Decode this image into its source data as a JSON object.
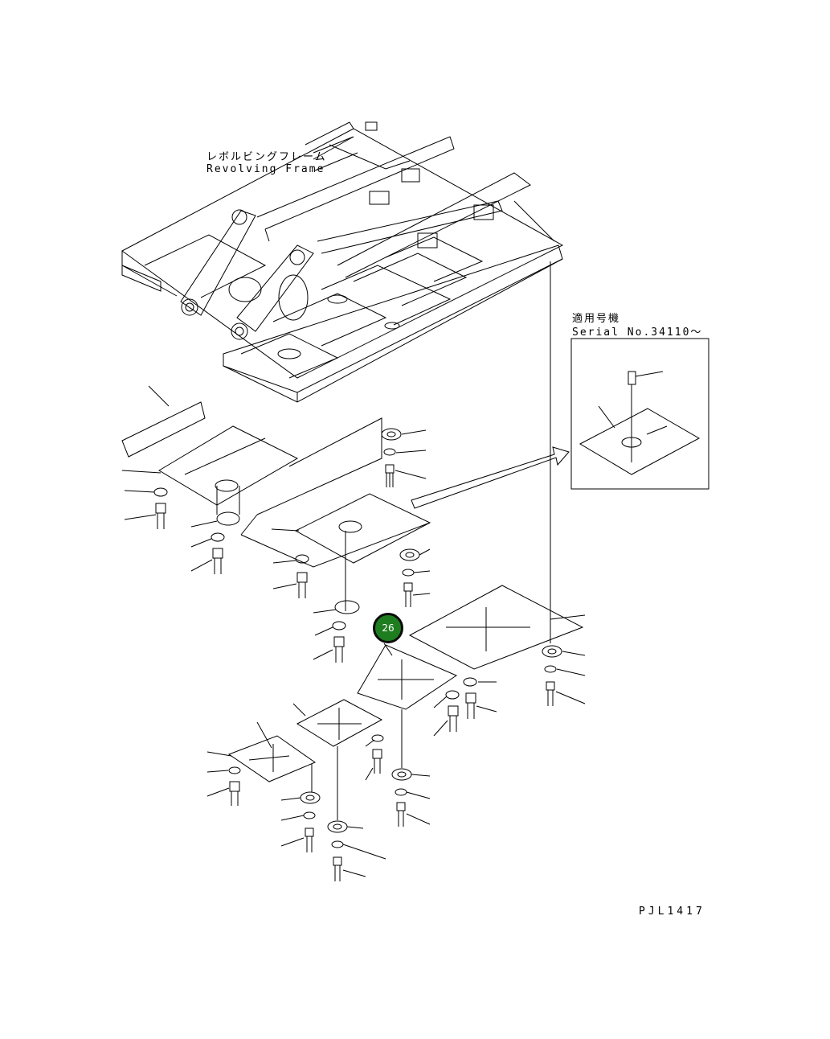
{
  "labels": {
    "frame_jp": "レボルビングフレーム",
    "frame_en": "Revolving Frame",
    "serial_jp": "適用号機",
    "serial_en": "Serial No.34110〜",
    "drawing_code": "PJL1417"
  },
  "callouts": [
    {
      "id": "26",
      "label": "26"
    }
  ],
  "colors": {
    "callout_fill": "#1e7d1e",
    "line": "#000000",
    "background": "#ffffff"
  }
}
